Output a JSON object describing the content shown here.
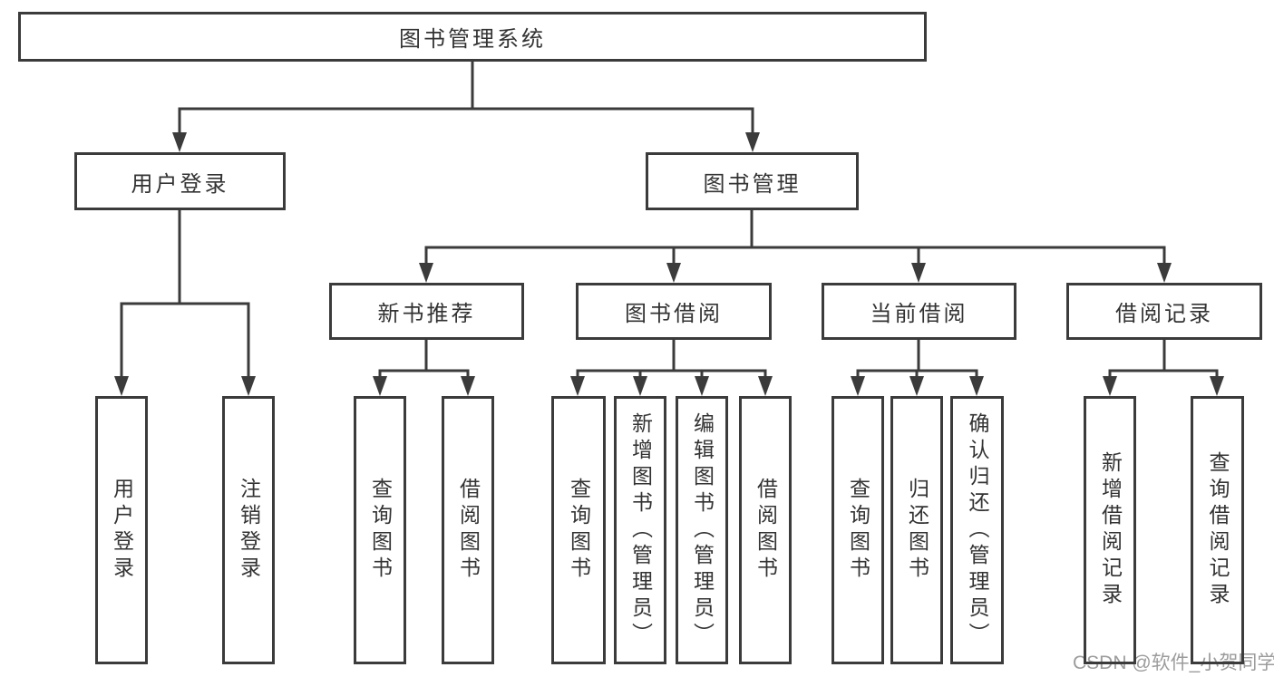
{
  "colors": {
    "line": "#3b3b3b",
    "text": "#333333",
    "background": "#ffffff",
    "watermark": "#9c9c9c"
  },
  "watermark": {
    "text": "CSDN @软件_小贺同学"
  },
  "tree": {
    "label": "图书管理系统",
    "children": [
      {
        "label": "用户登录",
        "children": [
          {
            "label": "用户登录"
          },
          {
            "label": "注销登录"
          }
        ]
      },
      {
        "label": "图书管理",
        "children": [
          {
            "label": "新书推荐",
            "children": [
              {
                "label": "查询图书"
              },
              {
                "label": "借阅图书"
              }
            ]
          },
          {
            "label": "图书借阅",
            "children": [
              {
                "label": "查询图书"
              },
              {
                "label": "新增图书（管理员）"
              },
              {
                "label": "编辑图书（管理员）"
              },
              {
                "label": "借阅图书"
              }
            ]
          },
          {
            "label": "当前借阅",
            "children": [
              {
                "label": "查询图书"
              },
              {
                "label": "归还图书"
              },
              {
                "label": "确认归还（管理员）"
              }
            ]
          },
          {
            "label": "借阅记录",
            "children": [
              {
                "label": "新增借阅记录"
              },
              {
                "label": "查询借阅记录"
              }
            ]
          }
        ]
      }
    ]
  }
}
